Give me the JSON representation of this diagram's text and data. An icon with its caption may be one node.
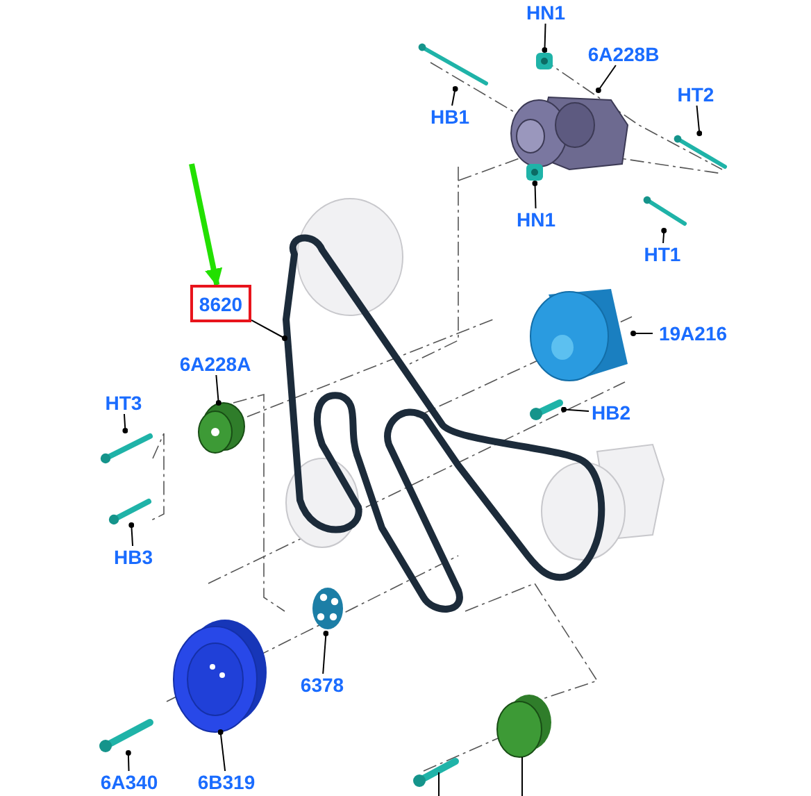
{
  "diagram": {
    "nodes": [
      {
        "text": [
          "HN1"
        ]
      },
      {
        "text": [],
        "shape": "picture"
      },
      {
        "text": [
          "6A228B"
        ]
      },
      {
        "text": [],
        "shape": "picture"
      },
      {
        "text": [
          "HB1"
        ]
      },
      {
        "text": [],
        "shape": "picture"
      },
      {
        "text": [
          "HT2"
        ]
      },
      {
        "text": [],
        "shape": "picture"
      },
      {
        "text": [
          "HN1"
        ]
      },
      {
        "text": [],
        "shape": "picture"
      },
      {
        "text": [
          "HT1"
        ]
      },
      {
        "text": [],
        "shape": "picture"
      },
      {
        "text": [
          "8620"
        ]
      },
      {
        "text": [],
        "shape": "picture"
      },
      {
        "text": [
          "19A216"
        ]
      },
      {
        "text": [],
        "shape": "picture"
      },
      {
        "text": [
          "HB2"
        ]
      },
      {
        "text": [],
        "shape": "picture"
      },
      {
        "text": [
          "6A228A"
        ]
      },
      {
        "text": [],
        "shape": "picture"
      },
      {
        "text": [
          "HT3"
        ]
      },
      {
        "text": [],
        "shape": "picture"
      },
      {
        "text": [
          "HB3"
        ]
      },
      {
        "text": [],
        "shape": "picture"
      },
      {
        "text": [
          "6378"
        ]
      },
      {
        "text": [],
        "shape": "picture"
      },
      {
        "text": [
          "6A340"
        ]
      },
      {
        "text": [],
        "shape": "picture"
      },
      {
        "text": [
          "6B319"
        ]
      },
      {
        "text": [],
        "shape": "picture"
      }
    ],
    "edges": [
      {
        "from": 0,
        "to": 1,
        "arrow": "other"
      },
      {
        "from": 2,
        "to": 3,
        "arrow": "other"
      },
      {
        "from": 4,
        "to": 5,
        "arrow": "other"
      },
      {
        "from": 6,
        "to": 7,
        "arrow": "other"
      },
      {
        "from": 8,
        "to": 9,
        "arrow": "other"
      },
      {
        "from": 10,
        "to": 11,
        "arrow": "other"
      },
      {
        "from": 12,
        "to": 13,
        "arrow": "other"
      },
      {
        "from": 14,
        "to": 15,
        "arrow": "other"
      },
      {
        "from": 16,
        "to": 17,
        "arrow": "other"
      },
      {
        "from": 18,
        "to": 19,
        "arrow": "other"
      },
      {
        "from": 20,
        "to": 21,
        "arrow": "other"
      },
      {
        "from": 22,
        "to": 23,
        "arrow": "other"
      },
      {
        "from": 24,
        "to": 25,
        "arrow": "other"
      },
      {
        "from": 26,
        "to": 27,
        "arrow": "other"
      },
      {
        "from": 28,
        "to": 29,
        "arrow": "other"
      },
      {
        "from": null,
        "to": 12,
        "arrow": "to",
        "style": "thick",
        "color": "#22e000"
      }
    ]
  }
}
